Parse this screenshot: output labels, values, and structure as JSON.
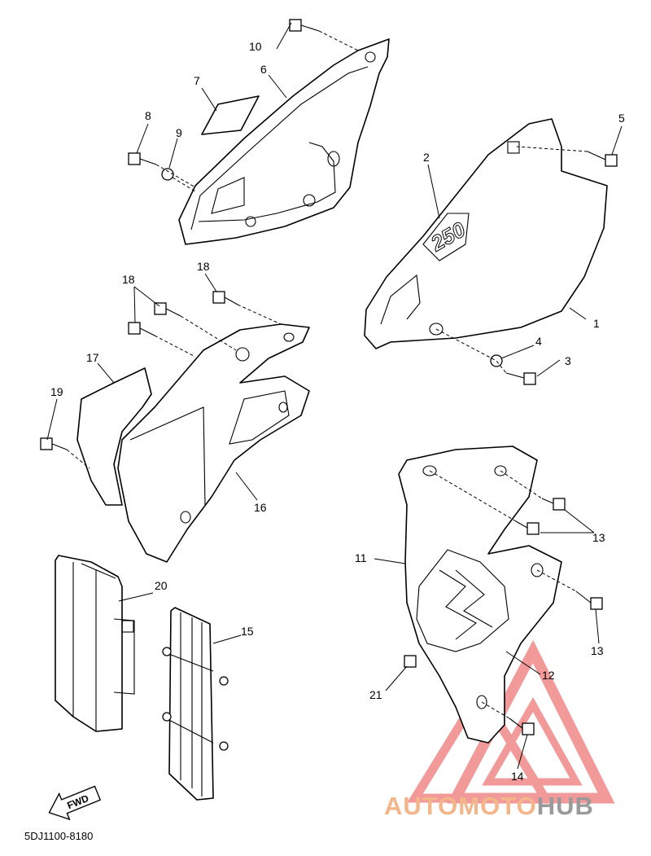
{
  "diagram": {
    "part_code": "5DJ1100-8180",
    "fwd_label": "FWD",
    "tank_badge": "250",
    "callouts": [
      {
        "id": "c1",
        "text": "1"
      },
      {
        "id": "c2",
        "text": "2"
      },
      {
        "id": "c3",
        "text": "3"
      },
      {
        "id": "c4",
        "text": "4"
      },
      {
        "id": "c5",
        "text": "5"
      },
      {
        "id": "c6",
        "text": "6"
      },
      {
        "id": "c7",
        "text": "7"
      },
      {
        "id": "c8",
        "text": "8"
      },
      {
        "id": "c9",
        "text": "9"
      },
      {
        "id": "c10",
        "text": "10"
      },
      {
        "id": "c11",
        "text": "11"
      },
      {
        "id": "c12",
        "text": "12"
      },
      {
        "id": "c13a",
        "text": "13"
      },
      {
        "id": "c13b",
        "text": "13"
      },
      {
        "id": "c14",
        "text": "14"
      },
      {
        "id": "c15",
        "text": "15"
      },
      {
        "id": "c16",
        "text": "16"
      },
      {
        "id": "c17",
        "text": "17"
      },
      {
        "id": "c18a",
        "text": "18"
      },
      {
        "id": "c18b",
        "text": "18"
      },
      {
        "id": "c19",
        "text": "19"
      },
      {
        "id": "c20",
        "text": "20"
      },
      {
        "id": "c21",
        "text": "21"
      }
    ]
  },
  "watermark": {
    "part1": "AUTOMOTO",
    "part2": "HUB",
    "color1": "#f3b58a",
    "color2": "#9a9a9a",
    "triangle_color": "#f08080"
  }
}
